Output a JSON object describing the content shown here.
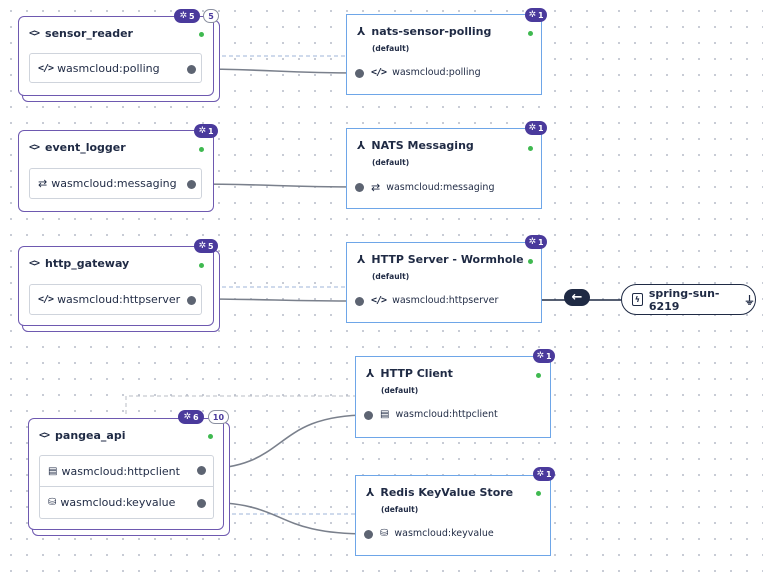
{
  "components": [
    {
      "id": "sensor_reader",
      "name": "sensor_reader",
      "instances": "5",
      "replicas": "5",
      "interfaces": [
        "wasmcloud:polling"
      ]
    },
    {
      "id": "event_logger",
      "name": "event_logger",
      "instances": "1",
      "interfaces": [
        "wasmcloud:messaging"
      ]
    },
    {
      "id": "http_gateway",
      "name": "http_gateway",
      "instances": "5",
      "interfaces": [
        "wasmcloud:httpserver"
      ]
    },
    {
      "id": "pangea_api",
      "name": "pangea_api",
      "instances": "6",
      "replicas": "10",
      "interfaces": [
        "wasmcloud:httpclient",
        "wasmcloud:keyvalue"
      ]
    }
  ],
  "providers": [
    {
      "name": "nats-sensor-polling",
      "subtitle": "(default)",
      "instances": "1",
      "link": "wasmcloud:polling"
    },
    {
      "name": "NATS Messaging",
      "subtitle": "(default)",
      "instances": "1",
      "link": "wasmcloud:messaging"
    },
    {
      "name": "HTTP Server - Wormhole",
      "subtitle": "(default)",
      "instances": "1",
      "link": "wasmcloud:httpserver"
    },
    {
      "name": "HTTP Client",
      "subtitle": "(default)",
      "instances": "1",
      "link": "wasmcloud:httpclient"
    },
    {
      "name": "Redis KeyValue Store",
      "subtitle": "(default)",
      "instances": "1",
      "link": "wasmcloud:keyvalue"
    }
  ],
  "host": {
    "name": "spring-sun-6219"
  },
  "icons": {
    "component": "code-brackets-icon",
    "provider": "network-nodes-icon",
    "polling": "code-icon",
    "messaging": "swap-arrows-icon",
    "httpclient": "server-icon",
    "keyvalue": "database-icon",
    "host": "plug-icon",
    "ingress": "arrow-left-icon",
    "instances": "gear-icon"
  },
  "colors": {
    "component_border": "#6e59b0",
    "provider_border": "#6ea6e8",
    "badge": "#4a3a9c",
    "status_dot": "#3fb950",
    "edge": "#7a808c"
  }
}
